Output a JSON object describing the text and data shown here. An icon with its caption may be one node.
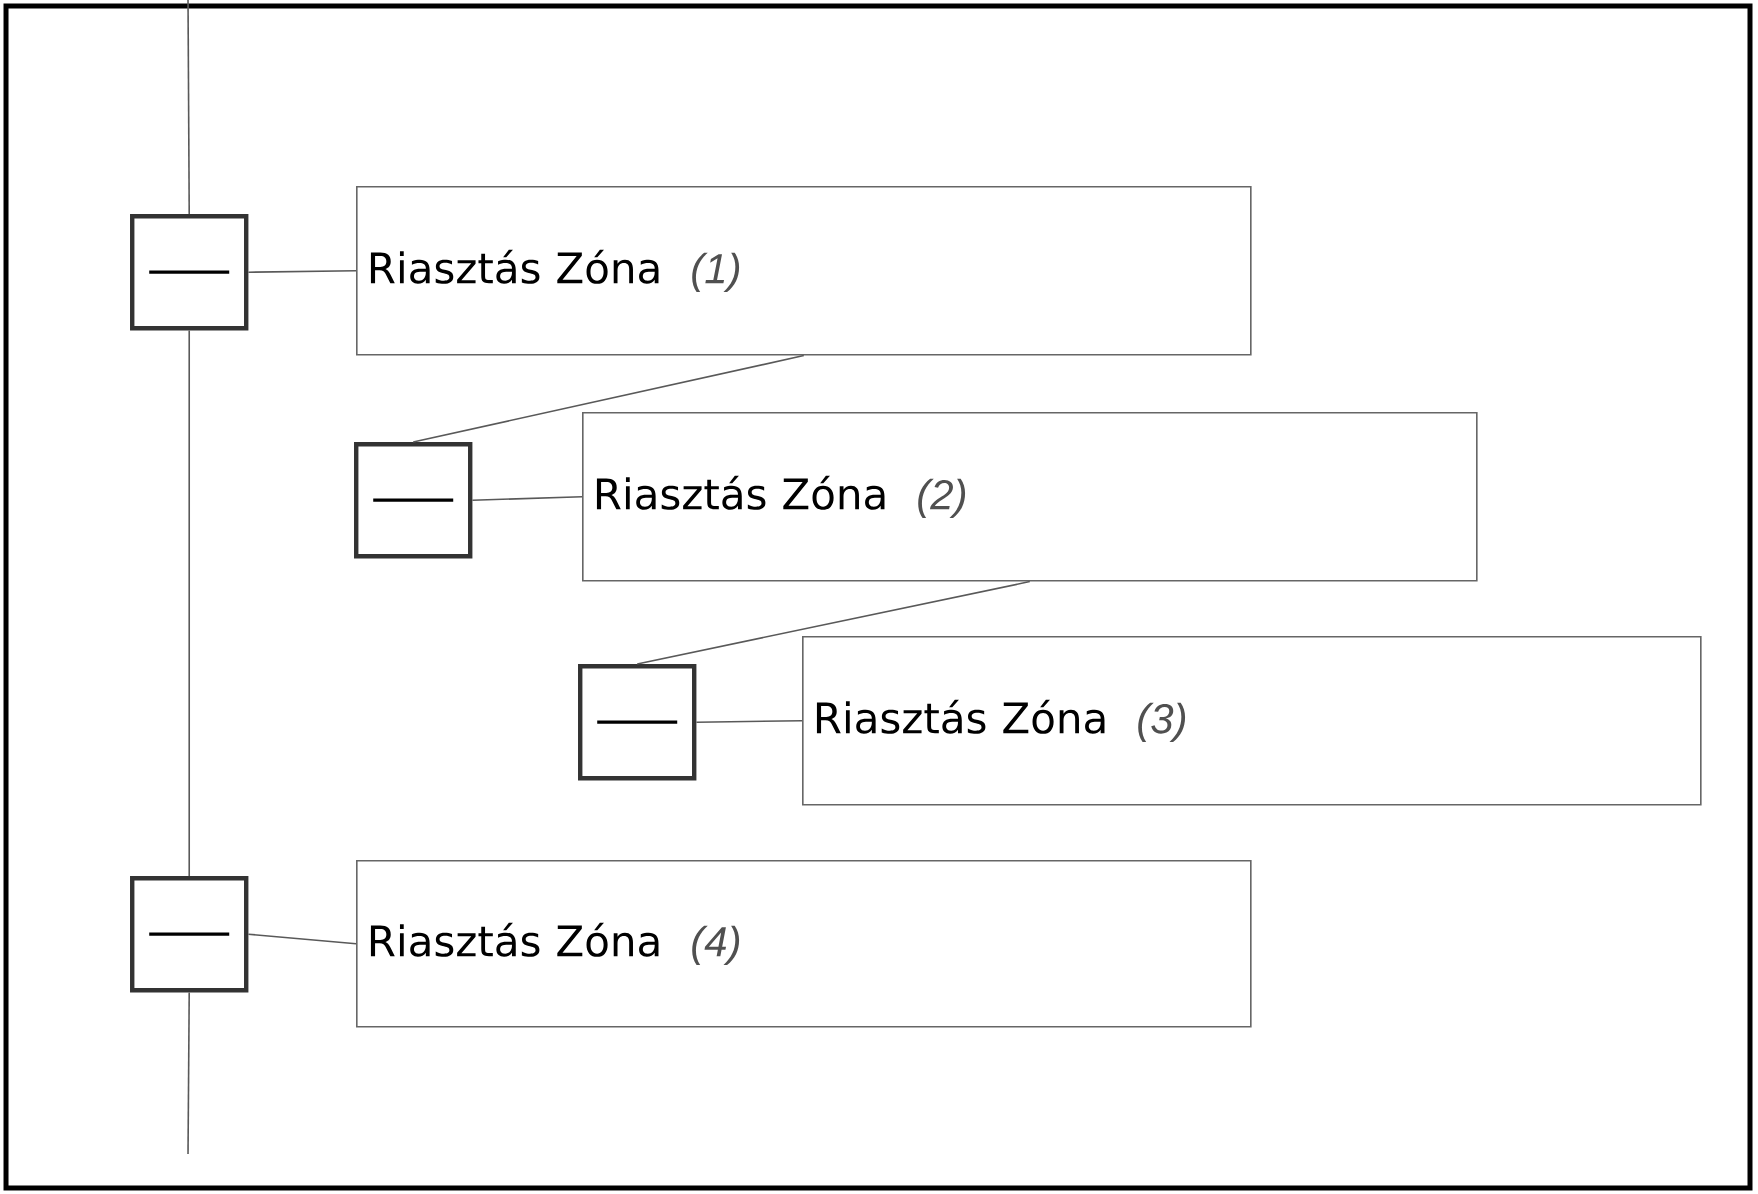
{
  "diagram": {
    "nodes": [
      {
        "text": [],
        "shape": "box"
      },
      {
        "text": [
          "Riasztás Zóna",
          "(1)"
        ]
      },
      {
        "text": [],
        "shape": "box"
      },
      {
        "text": [
          "Riasztás Zóna",
          "(2)"
        ]
      },
      {
        "text": [],
        "shape": "box"
      },
      {
        "text": [
          "Riasztás Zóna",
          "(3)"
        ]
      },
      {
        "text": [],
        "shape": "box"
      },
      {
        "text": [
          "Riasztás Zóna",
          "(4)"
        ]
      }
    ],
    "edges": [
      {
        "from": null,
        "to": 0,
        "arrow": "none"
      },
      {
        "from": 0,
        "to": 1,
        "arrow": "none"
      },
      {
        "from": 1,
        "to": 2,
        "arrow": "none"
      },
      {
        "from": 2,
        "to": 3,
        "arrow": "none"
      },
      {
        "from": 3,
        "to": 4,
        "arrow": "none"
      },
      {
        "from": 4,
        "to": 5,
        "arrow": "none"
      },
      {
        "from": 0,
        "to": 6,
        "arrow": "none"
      },
      {
        "from": 6,
        "to": 7,
        "arrow": "none"
      },
      {
        "from": 6,
        "to": null,
        "arrow": "none"
      }
    ]
  }
}
